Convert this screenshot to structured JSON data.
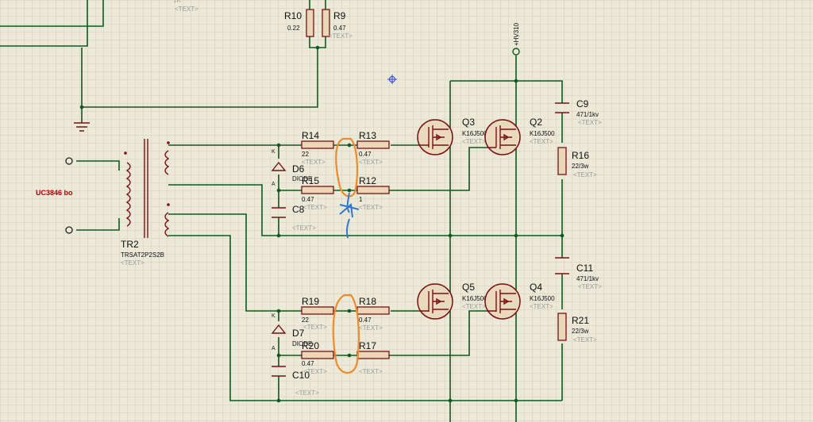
{
  "placeholder": "<TEXT>",
  "colors": {
    "background": "#ece9d8",
    "grid": "#d2cfbf",
    "wire": "#0b5a1f",
    "component": "#7a1010",
    "annotation_orange": "#f08a2a",
    "annotation_blue": "#2f78d6",
    "net_label": "#b00000"
  },
  "top_stub_label": "1K",
  "net_label": "UC3846 bo",
  "power_label": "+HV310",
  "pin_labels": {
    "k": "K",
    "a": "A"
  },
  "components": {
    "R10": {
      "ref": "R10",
      "value": "0.22"
    },
    "R9": {
      "ref": "R9",
      "value": "0.47"
    },
    "R14": {
      "ref": "R14",
      "value": "22"
    },
    "R13": {
      "ref": "R13",
      "value": "0.47"
    },
    "R15": {
      "ref": "R15",
      "value": "0.47"
    },
    "R12": {
      "ref": "R12",
      "value": "1"
    },
    "D6": {
      "ref": "D6",
      "value": "DIODE"
    },
    "C8": {
      "ref": "C8"
    },
    "TR2": {
      "ref": "TR2",
      "value": "TRSAT2P2S2B"
    },
    "Q3": {
      "ref": "Q3",
      "value": "K16J500"
    },
    "Q2": {
      "ref": "Q2",
      "value": "K16J500"
    },
    "C9": {
      "ref": "C9",
      "value": "471/1kv"
    },
    "R16": {
      "ref": "R16",
      "value": "22/3w"
    },
    "C11": {
      "ref": "C11",
      "value": "471/1kv"
    },
    "R19": {
      "ref": "R19",
      "value": "22"
    },
    "R18": {
      "ref": "R18",
      "value": "0.47"
    },
    "D7": {
      "ref": "D7",
      "value": "DIODE"
    },
    "R20": {
      "ref": "R20",
      "value": "0.47"
    },
    "R17": {
      "ref": "R17"
    },
    "C10": {
      "ref": "C10"
    },
    "Q5": {
      "ref": "Q5",
      "value": "K16J500"
    },
    "Q4": {
      "ref": "Q4",
      "value": "K16J500"
    },
    "R21": {
      "ref": "R21",
      "value": "22/3w"
    }
  }
}
